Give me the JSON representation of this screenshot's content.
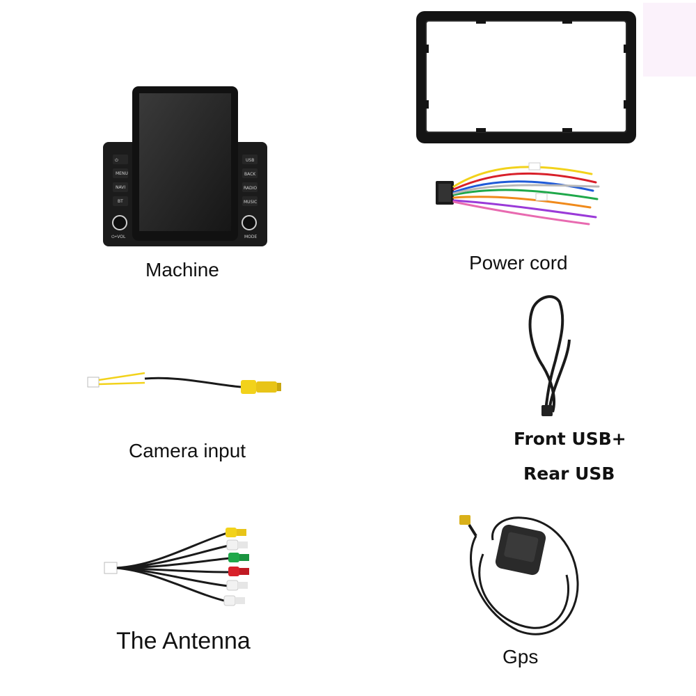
{
  "items": {
    "machine": {
      "label": "Machine",
      "left_buttons": [
        "MENU",
        "NAVI",
        "BT"
      ],
      "right_buttons": [
        "USB",
        "BACK",
        "RADIO",
        "MUSIC"
      ],
      "left_knob_label": "⏻•VOL",
      "right_knob_label": "MODE"
    },
    "power_cord": {
      "label": "Power cord"
    },
    "camera_input": {
      "label": "Camera input"
    },
    "front_rear_usb": {
      "label_line1": "Front USB+",
      "label_line2": "Rear USB"
    },
    "antenna": {
      "label": "The Antenna"
    },
    "gps": {
      "label": "Gps"
    }
  },
  "colors": {
    "background": "#ffffff",
    "device_body": "#1a1a1a",
    "screen": "#2a2a2a",
    "rca_yellow": "#f2d21b",
    "rca_red": "#d8202a",
    "rca_white": "#f2f2f2",
    "rca_green": "#1fa84a"
  }
}
